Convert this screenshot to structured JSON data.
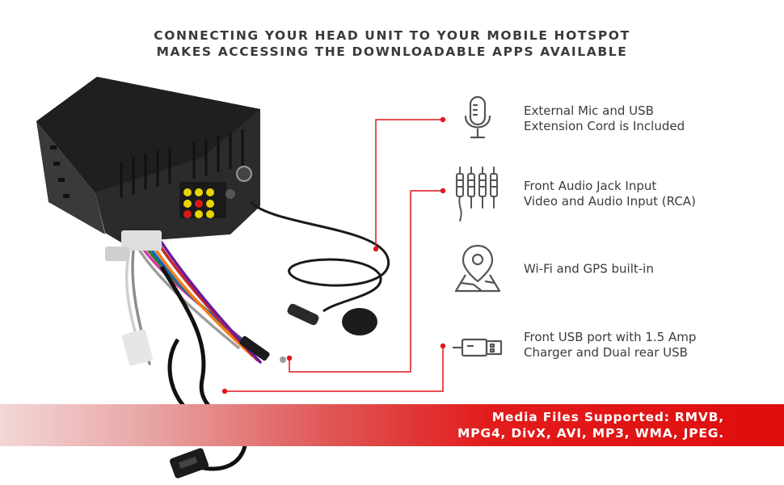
{
  "headline": {
    "line1": "CONNECTING YOUR HEAD UNIT TO YOUR MOBILE HOTSPOT",
    "line2": "MAKES ACCESSING THE DOWNLOADABLE APPS AVAILABLE"
  },
  "features": [
    {
      "icon": "microphone-icon",
      "line1": "External Mic and USB",
      "line2": "Extension Cord is Included"
    },
    {
      "icon": "rca-jack-icon",
      "line1": "Front Audio Jack Input",
      "line2": "Video and Audio Input (RCA)"
    },
    {
      "icon": "map-pin-icon",
      "line1": "Wi-Fi and GPS built-in",
      "line2": ""
    },
    {
      "icon": "usb-plug-icon",
      "line1": "Front USB port with 1.5 Amp",
      "line2": "Charger and Dual rear USB"
    }
  ],
  "banner": {
    "line1": "Media Files Supported: RMVB,",
    "line2": "MPG4, DivX, AVI, MP3, WMA, JPEG."
  },
  "colors": {
    "accent": "#e0161b",
    "text": "#3b3b3b",
    "icon": "#555555"
  }
}
